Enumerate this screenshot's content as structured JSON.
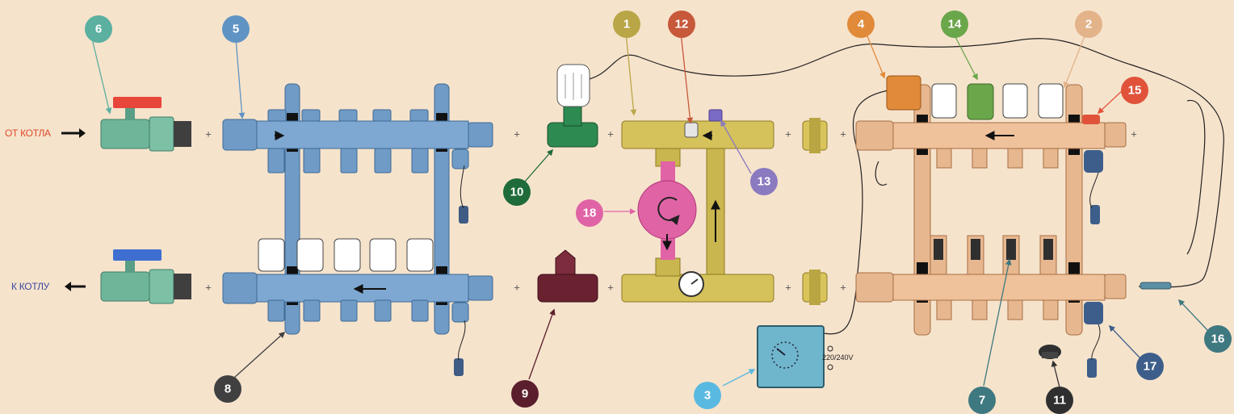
{
  "labels": {
    "from_boiler": "ОТ КОТЛА",
    "to_boiler": "К КОТЛУ",
    "voltage": "220/240V"
  },
  "plus_sign": "+",
  "colors": {
    "background": "#f6e3cc",
    "from_boiler_text": "#e04a2a",
    "to_boiler_text": "#3a4aa0",
    "blue_manifold": "#6f9bc6",
    "brass": "#d5c25a",
    "copper": "#e7b78f",
    "green_valve": "#6fb59a",
    "pump": "#d8609f"
  },
  "badges": [
    {
      "number": "1",
      "color": "#b9a647"
    },
    {
      "number": "2",
      "color": "#e3b38a"
    },
    {
      "number": "3",
      "color": "#5ab9e0"
    },
    {
      "number": "4",
      "color": "#e08a3a"
    },
    {
      "number": "5",
      "color": "#5f93c4"
    },
    {
      "number": "6",
      "color": "#5bb0a0"
    },
    {
      "number": "7",
      "color": "#3e7880"
    },
    {
      "number": "8",
      "color": "#404040"
    },
    {
      "number": "9",
      "color": "#5b1e2c"
    },
    {
      "number": "10",
      "color": "#1f6b3a"
    },
    {
      "number": "11",
      "color": "#2f2f2f"
    },
    {
      "number": "12",
      "color": "#c8583a"
    },
    {
      "number": "13",
      "color": "#8b7ac0"
    },
    {
      "number": "14",
      "color": "#6aa64a"
    },
    {
      "number": "15",
      "color": "#e0533a"
    },
    {
      "number": "16",
      "color": "#3e7880"
    },
    {
      "number": "17",
      "color": "#3d5e8a"
    },
    {
      "number": "18",
      "color": "#e063a6"
    }
  ]
}
